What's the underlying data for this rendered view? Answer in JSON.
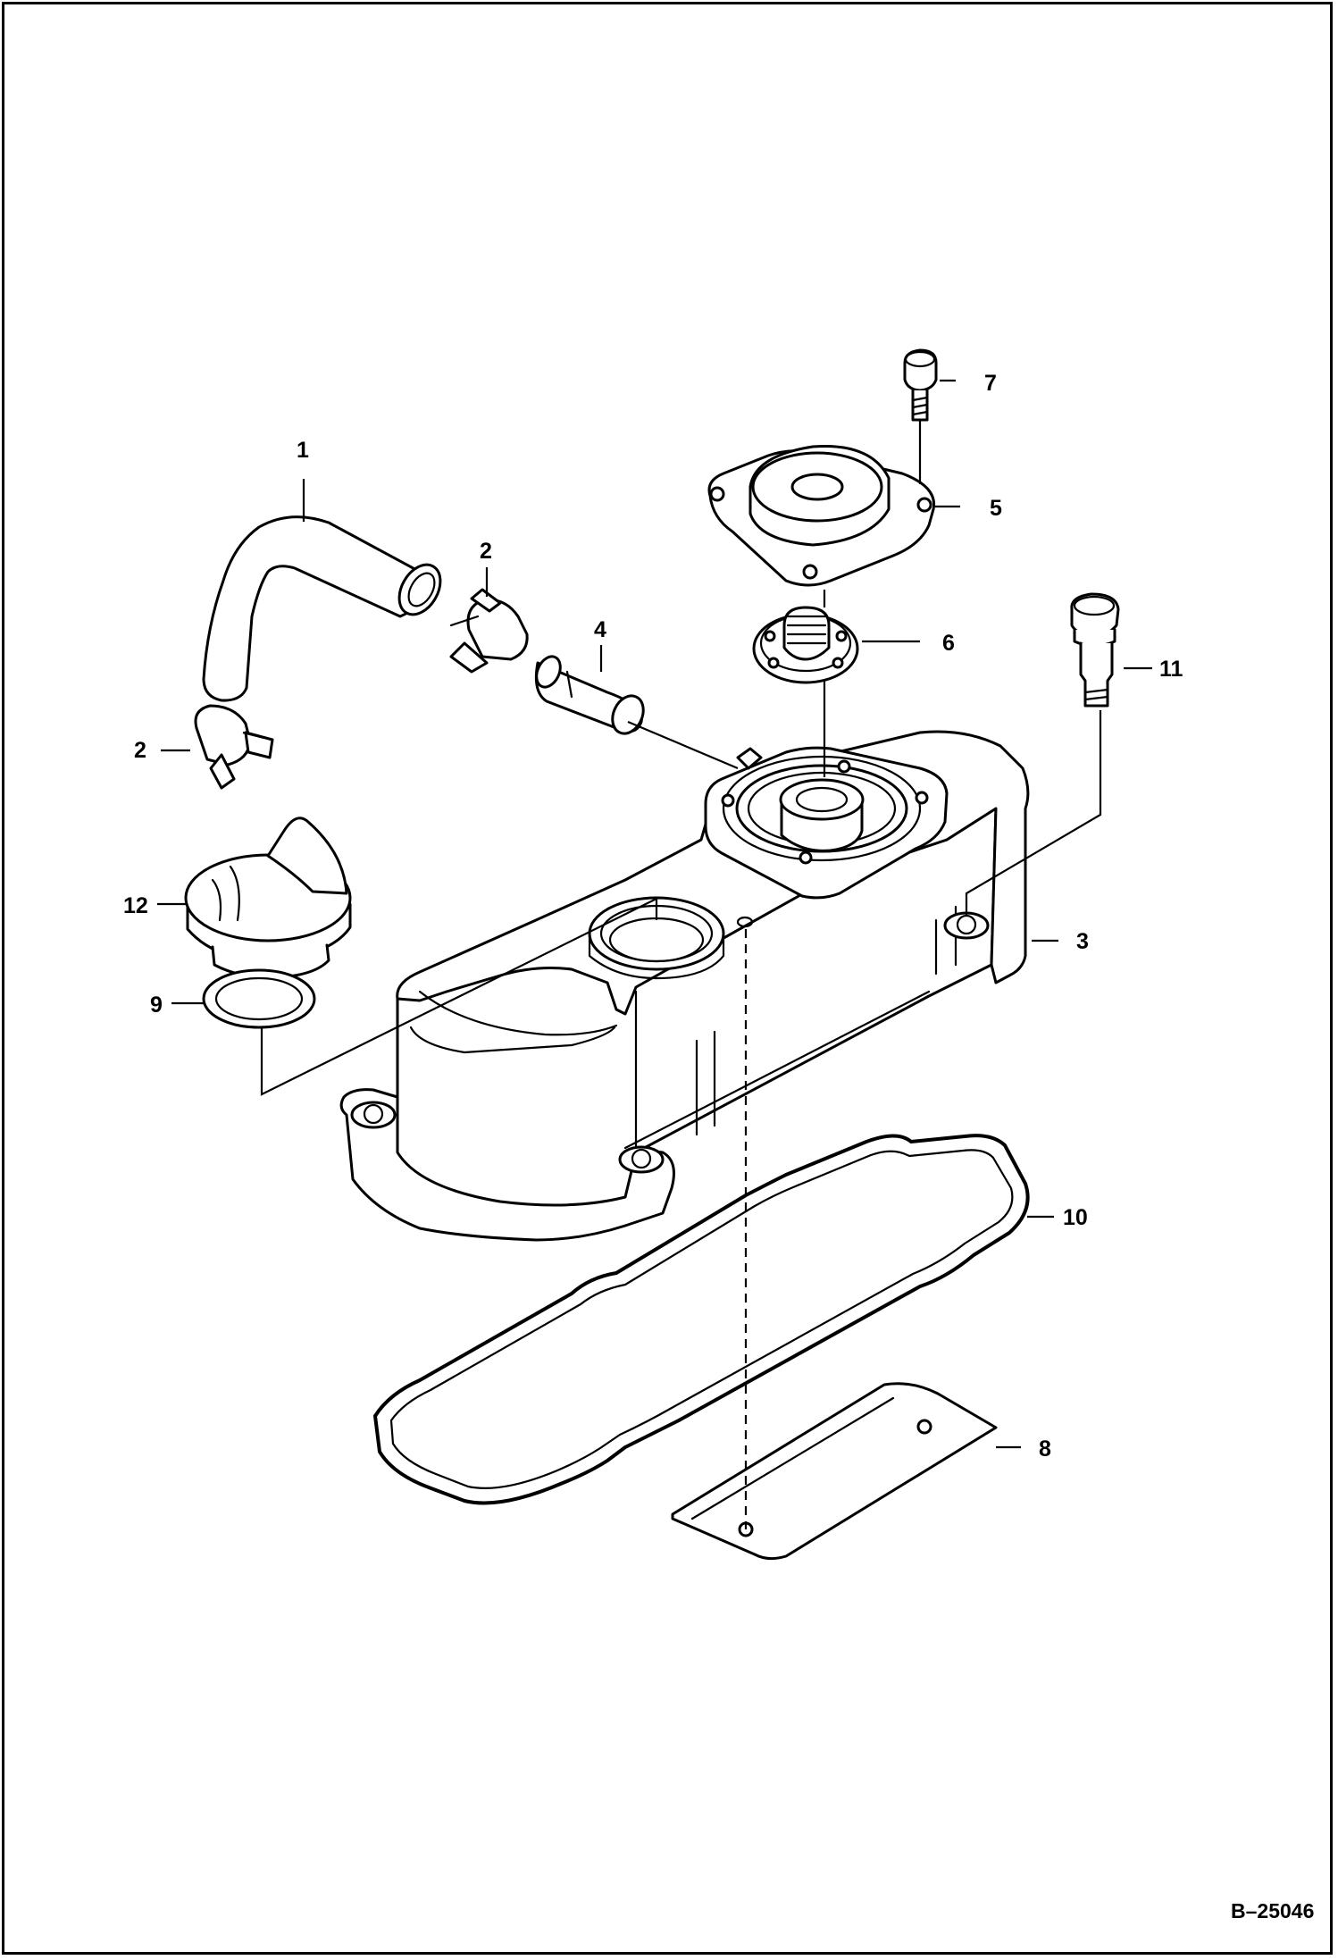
{
  "diagram": {
    "drawing_code": "B–25046",
    "callouts": [
      "1",
      "2",
      "2",
      "3",
      "4",
      "5",
      "6",
      "7",
      "8",
      "9",
      "10",
      "11",
      "12"
    ]
  }
}
